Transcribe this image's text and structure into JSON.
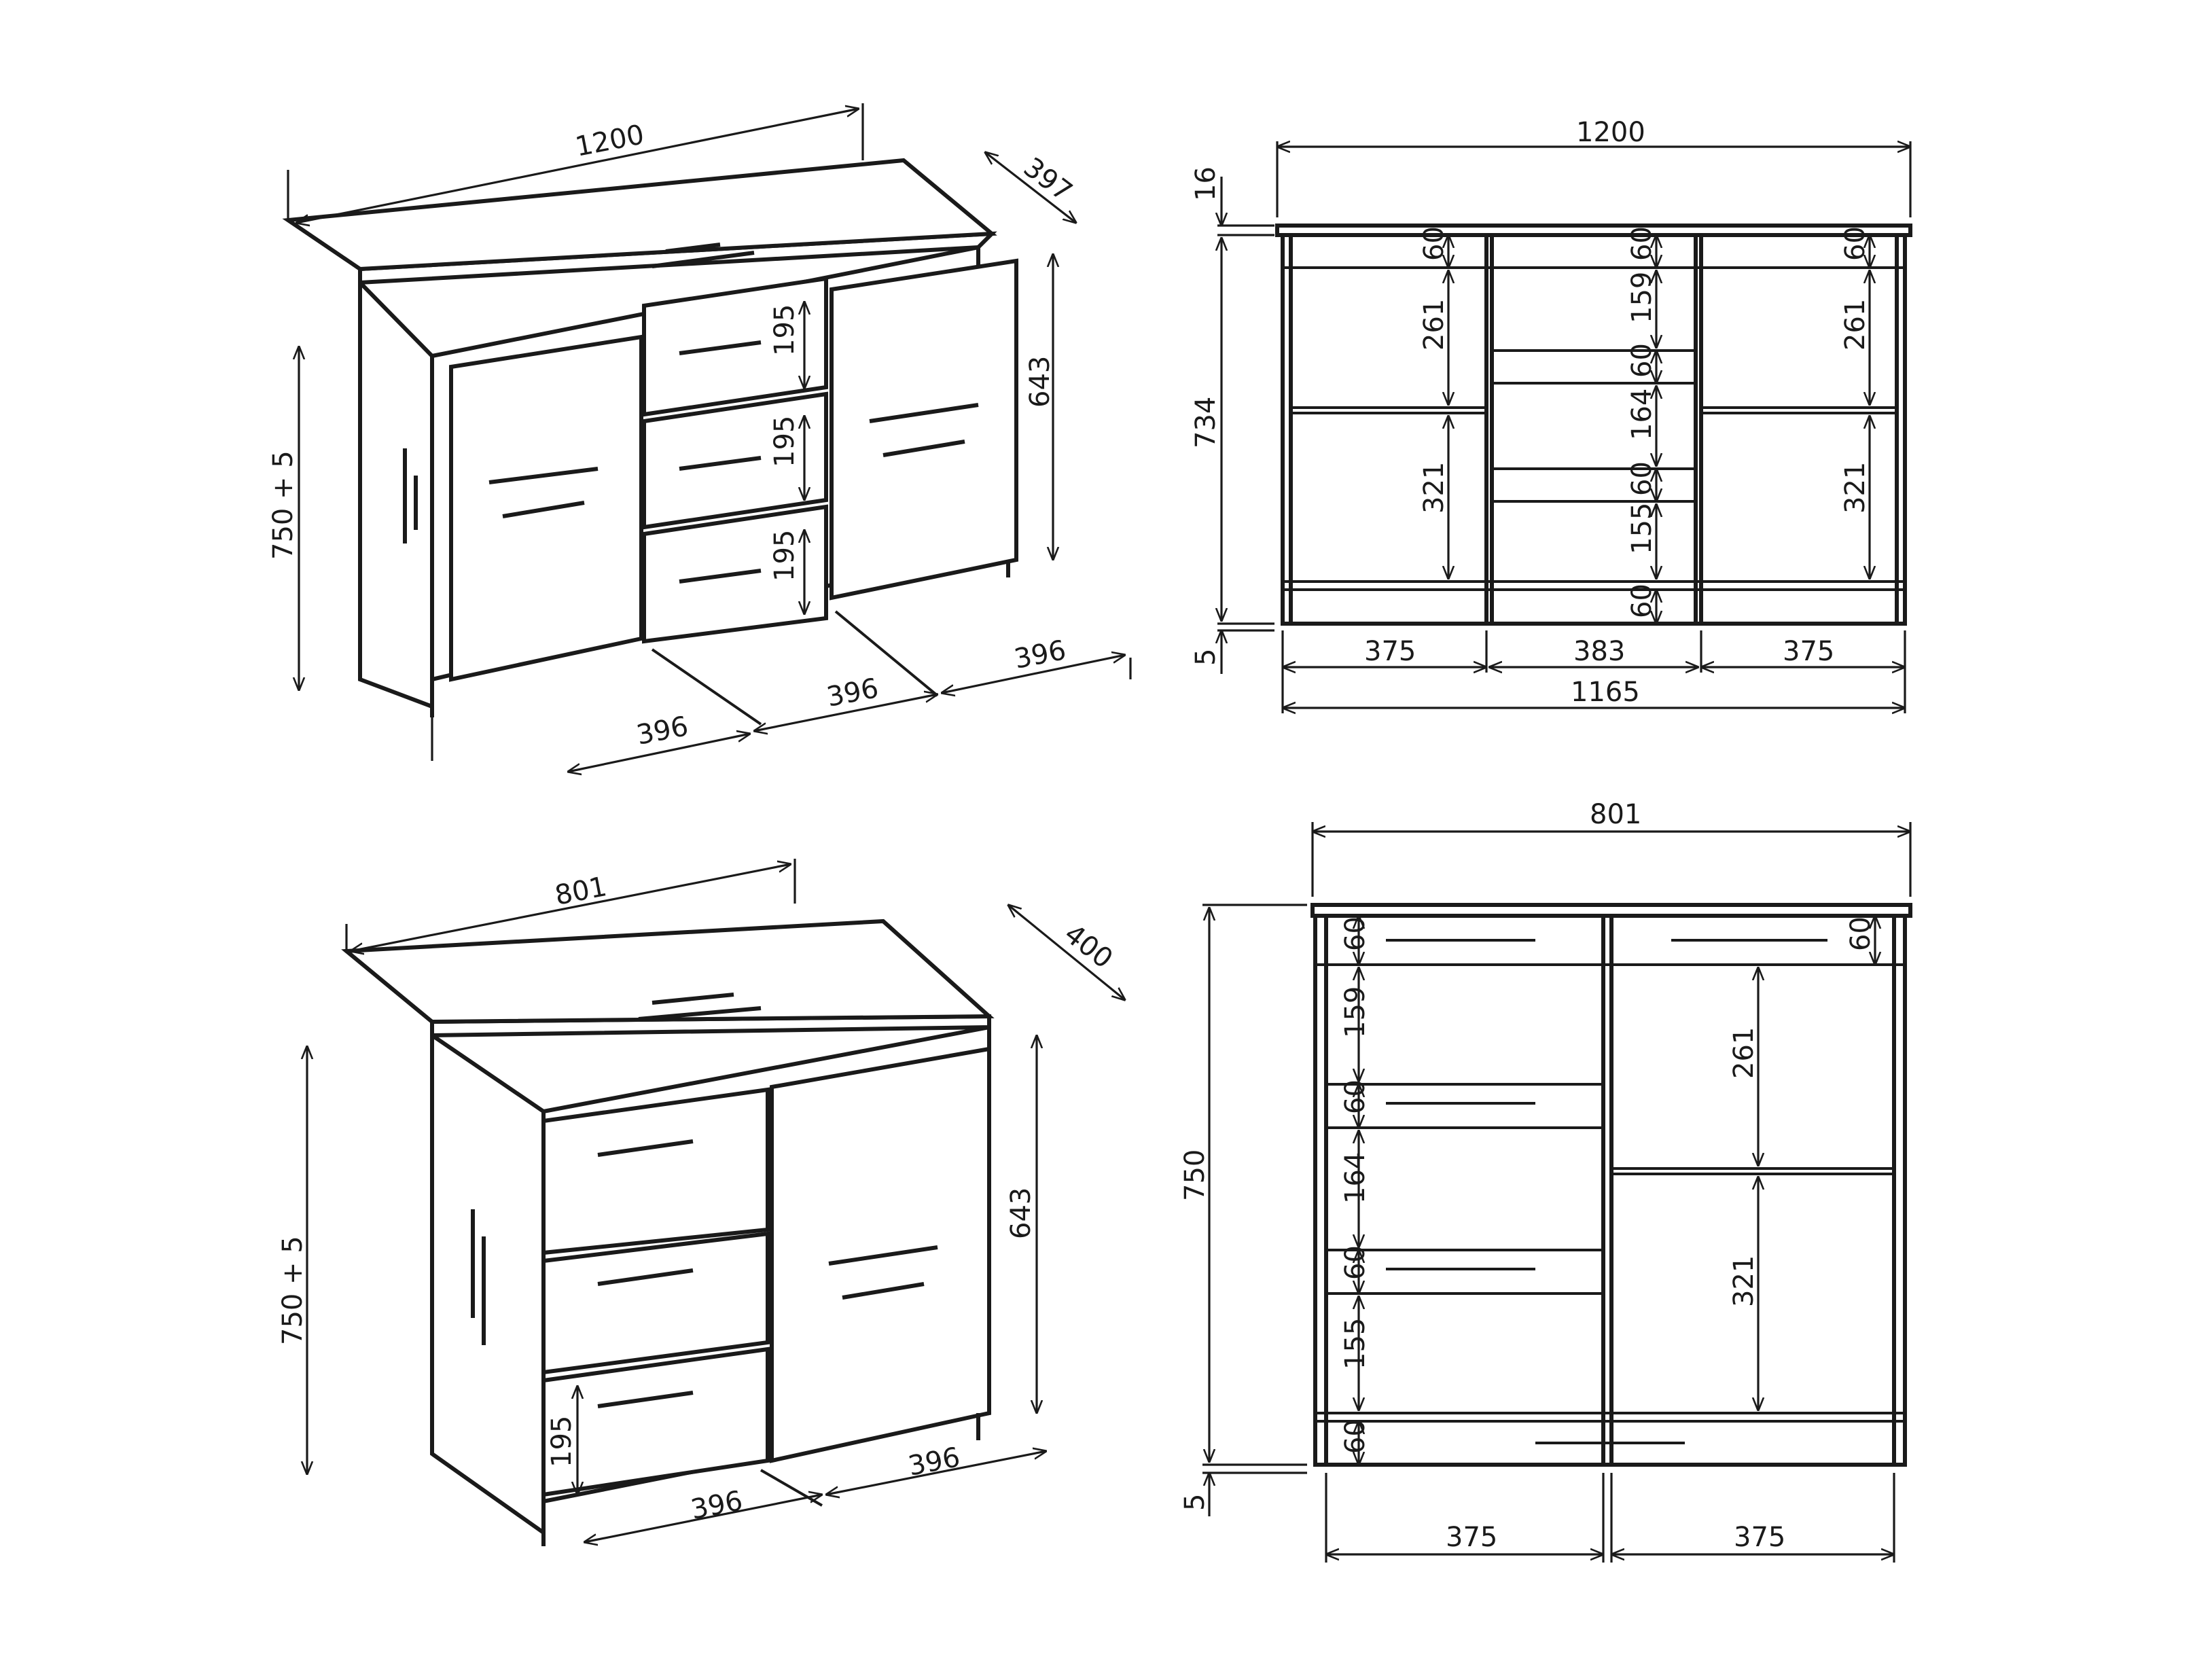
{
  "colors": {
    "line": "#1a1a1a",
    "background": "#ffffff"
  },
  "view_iso_large": {
    "width": "1200",
    "depth": "397",
    "height": "750 + 5",
    "door_height": "643",
    "drawer_1": "195",
    "drawer_2": "195",
    "drawer_3": "195",
    "floor_left": "396",
    "floor_mid": "396",
    "floor_right": "396"
  },
  "view_front_large": {
    "width": "1200",
    "top": "16",
    "carcass_height": "734",
    "legs": "5",
    "left": {
      "top": "60",
      "upper": "261",
      "lower": "321"
    },
    "middle": {
      "top": "60",
      "d1": "159",
      "s1": "60",
      "d2": "164",
      "s2": "60",
      "d3": "155",
      "plinth": "60"
    },
    "right": {
      "top": "60",
      "upper": "261",
      "lower": "321"
    },
    "bays": [
      "375",
      "383",
      "375"
    ],
    "inner_width": "1165"
  },
  "view_iso_small": {
    "width": "801",
    "depth": "400",
    "height": "750 + 5",
    "door_height": "643",
    "drawer_bottom": "195",
    "floor_left": "396",
    "floor_right": "396"
  },
  "view_front_small": {
    "width": "801",
    "height": "750",
    "legs": "5",
    "left": {
      "top": "60",
      "d1": "159",
      "s1": "60",
      "d2": "164",
      "s2": "60",
      "d3": "155",
      "plinth": "60"
    },
    "right": {
      "top": "60",
      "upper": "261",
      "lower": "321"
    },
    "bays": [
      "375",
      "375"
    ]
  }
}
